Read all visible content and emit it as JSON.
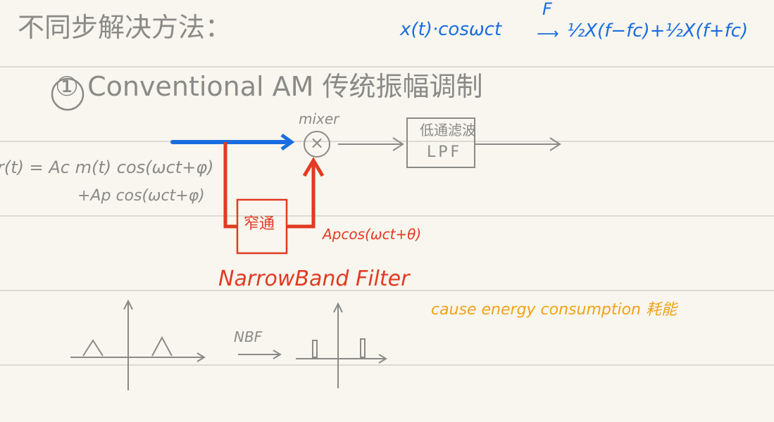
{
  "heading": "不同步解决方法：",
  "formula": {
    "lhs": "x(t)·cosωct",
    "transform": "F",
    "rhs": "½X(f−fc)+½X(f+fc)"
  },
  "section_title": "① Conventional AM 传统振幅调制",
  "diagram": {
    "mixer_label": "mixer",
    "mixer_symbol": "×",
    "lpf_cn": "低通滤波",
    "lpf_en": "LPF",
    "signal_line1": "r(t) = Ac m(t) cos(ωct+φ)",
    "signal_line2": "+Ap cos(ωct+φ)",
    "bpf_cn": "窄通",
    "bpf_output": "Apcos(ωct+θ)",
    "bpf_name": "NarrowBand Filter"
  },
  "spectrum": {
    "arrow_label": "NBF"
  },
  "note": "cause energy consumption 耗能"
}
